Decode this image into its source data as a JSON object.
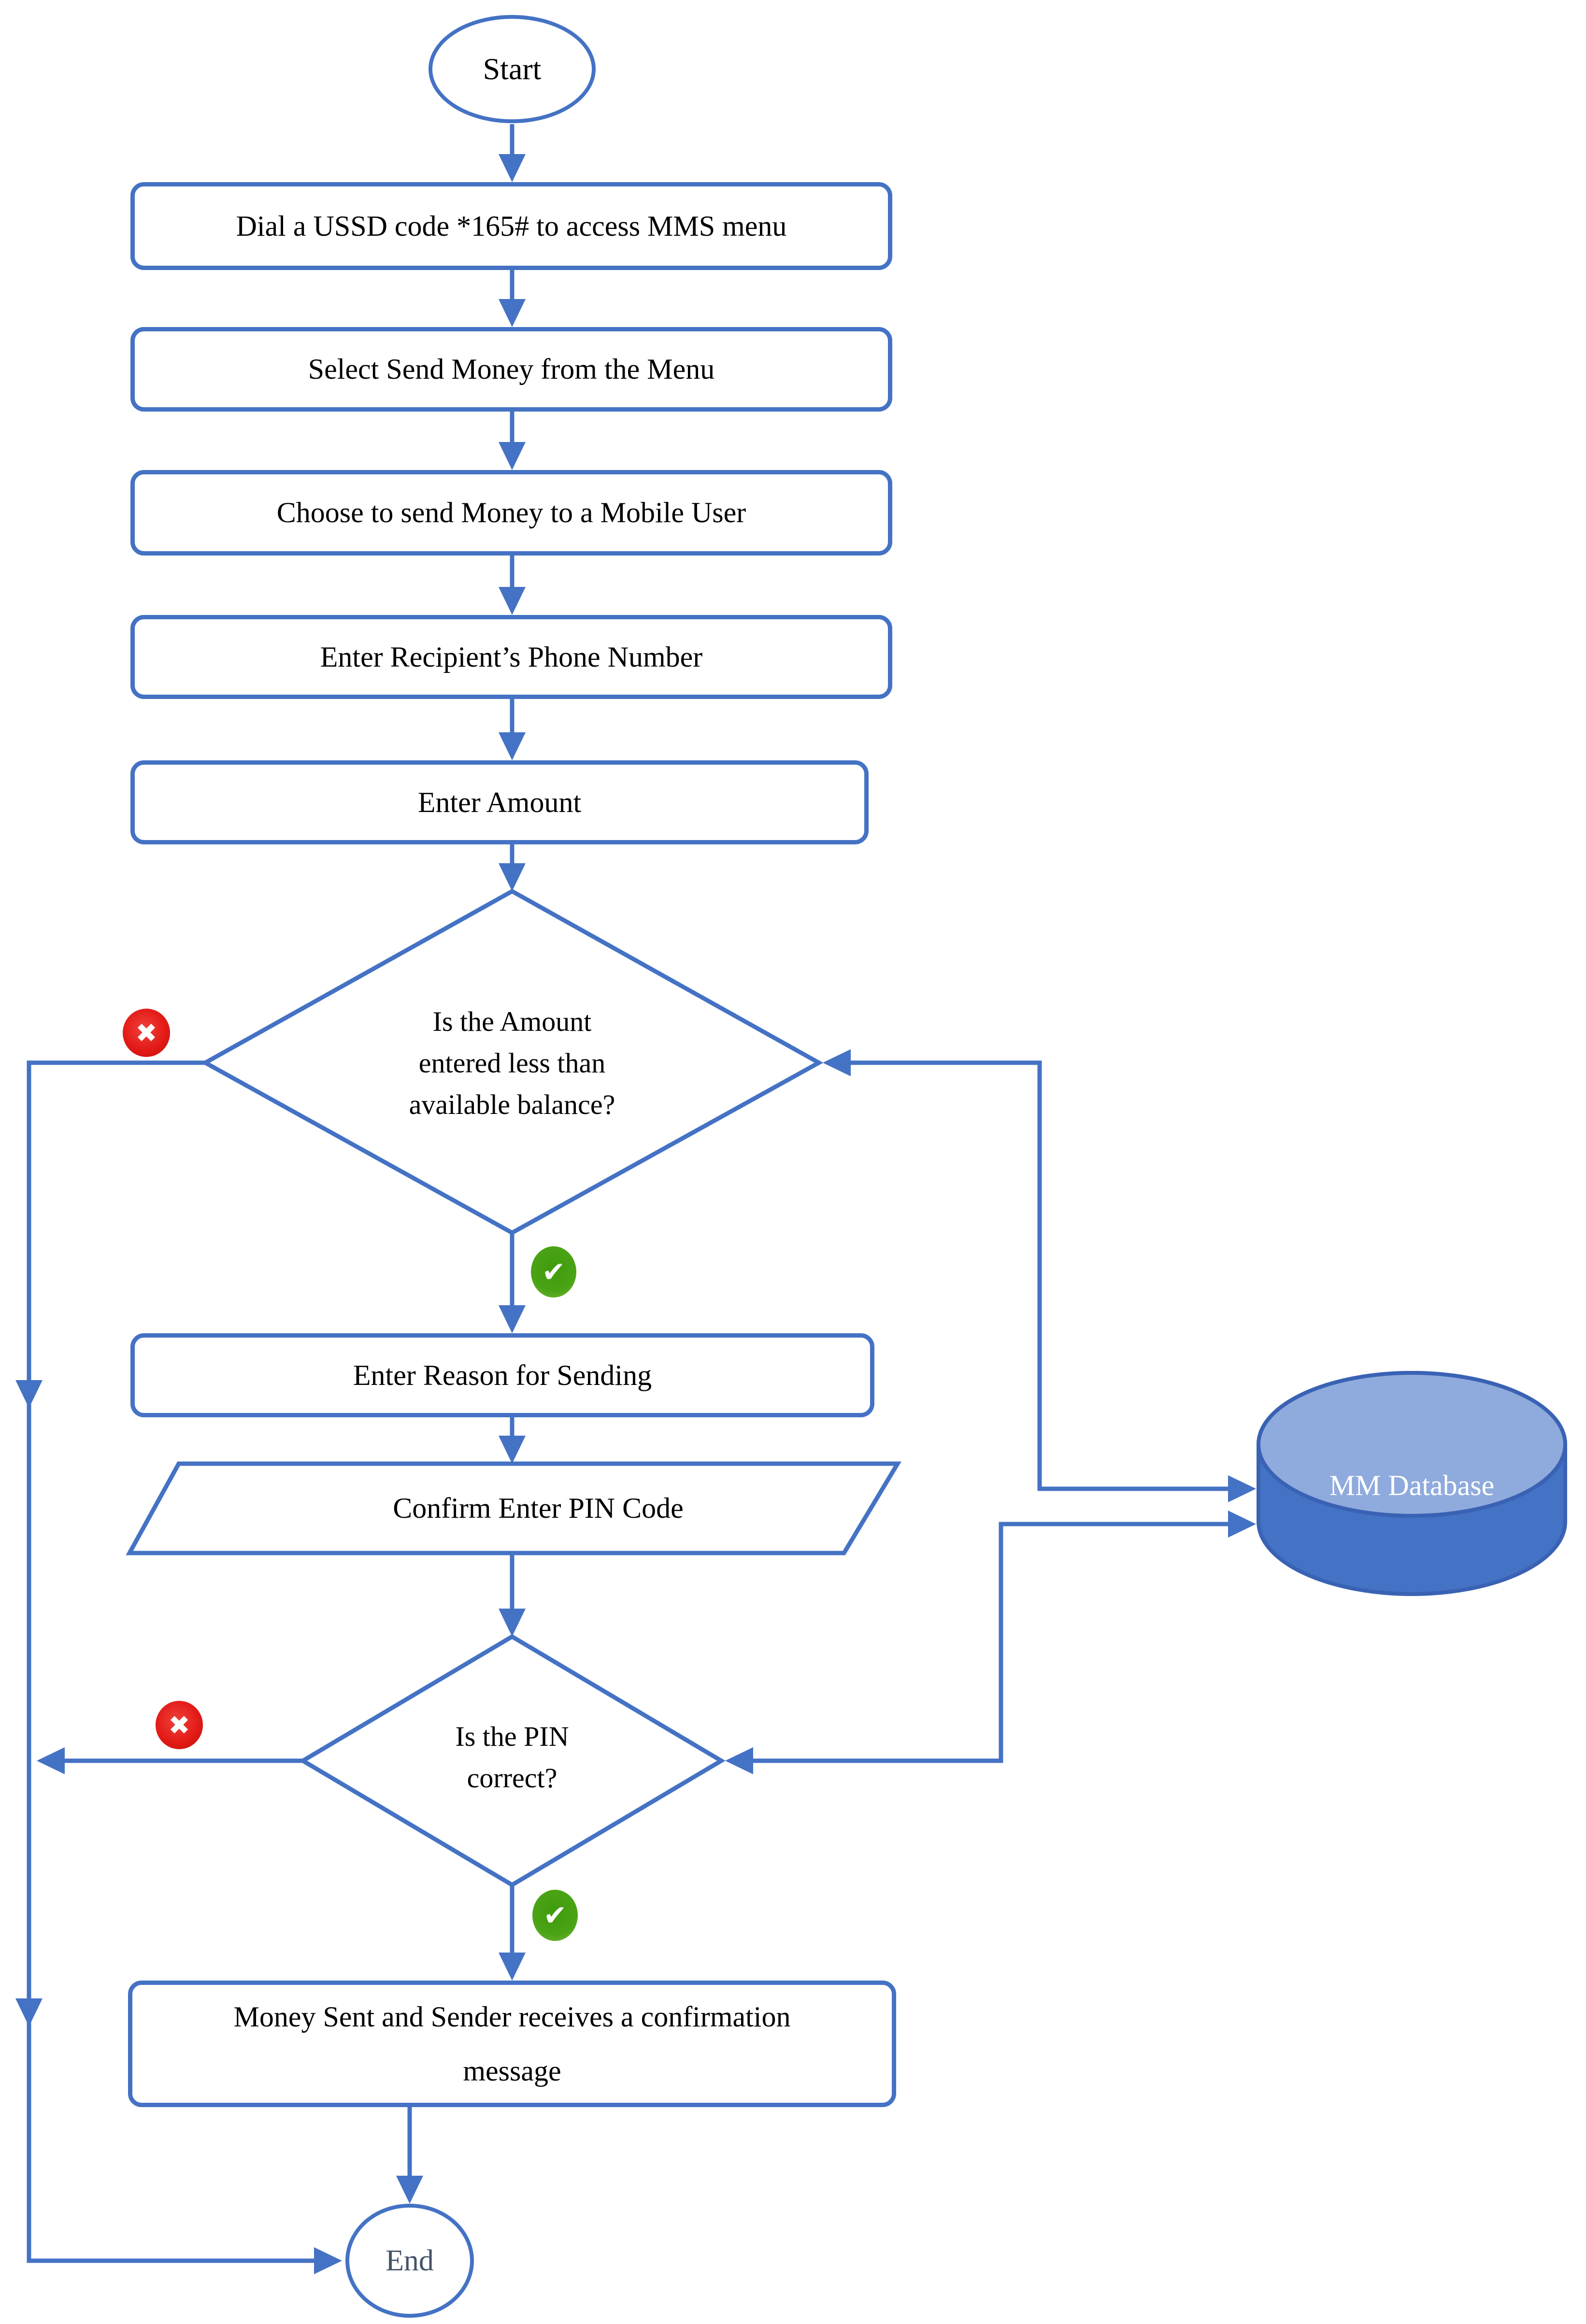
{
  "diagram_type": "flowchart",
  "colors": {
    "accent_line": "#4472C4",
    "db_body": "#4472C4",
    "db_top": "#8FAADC",
    "db_stroke": "#3A62B4",
    "no_icon_red": "#E31B17",
    "yes_icon_green": "#49A315",
    "end_text": "#44546A",
    "node_text": "#000000"
  },
  "nodes": {
    "start": {
      "label": "Start",
      "type": "terminator"
    },
    "dial": {
      "label": "Dial a USSD code *165# to access MMS menu",
      "type": "process"
    },
    "select_send": {
      "label": "Select Send Money from the Menu",
      "type": "process"
    },
    "choose_mobile": {
      "label": "Choose to send Money to a Mobile User",
      "type": "process"
    },
    "enter_phone": {
      "label": "Enter Recipient’s Phone Number",
      "type": "process"
    },
    "enter_amount": {
      "label": "Enter Amount",
      "type": "process"
    },
    "decision_amount": {
      "lines": [
        "Is the Amount",
        "entered less than",
        "available balance?"
      ],
      "type": "decision"
    },
    "enter_reason": {
      "label": "Enter Reason for Sending",
      "type": "process"
    },
    "confirm_pin": {
      "label": "Confirm Enter PIN Code",
      "type": "input-output"
    },
    "decision_pin": {
      "lines": [
        "Is the PIN",
        "correct?"
      ],
      "type": "decision"
    },
    "money_sent": {
      "lines": [
        "Money Sent and Sender receives a confirmation",
        "message"
      ],
      "type": "process"
    },
    "database": {
      "label": "MM Database",
      "type": "database"
    },
    "end": {
      "label": "End",
      "type": "terminator"
    }
  },
  "icons": {
    "no": {
      "name": "cross-icon",
      "glyph": "✖"
    },
    "yes": {
      "name": "check-icon",
      "glyph": "✔"
    }
  }
}
